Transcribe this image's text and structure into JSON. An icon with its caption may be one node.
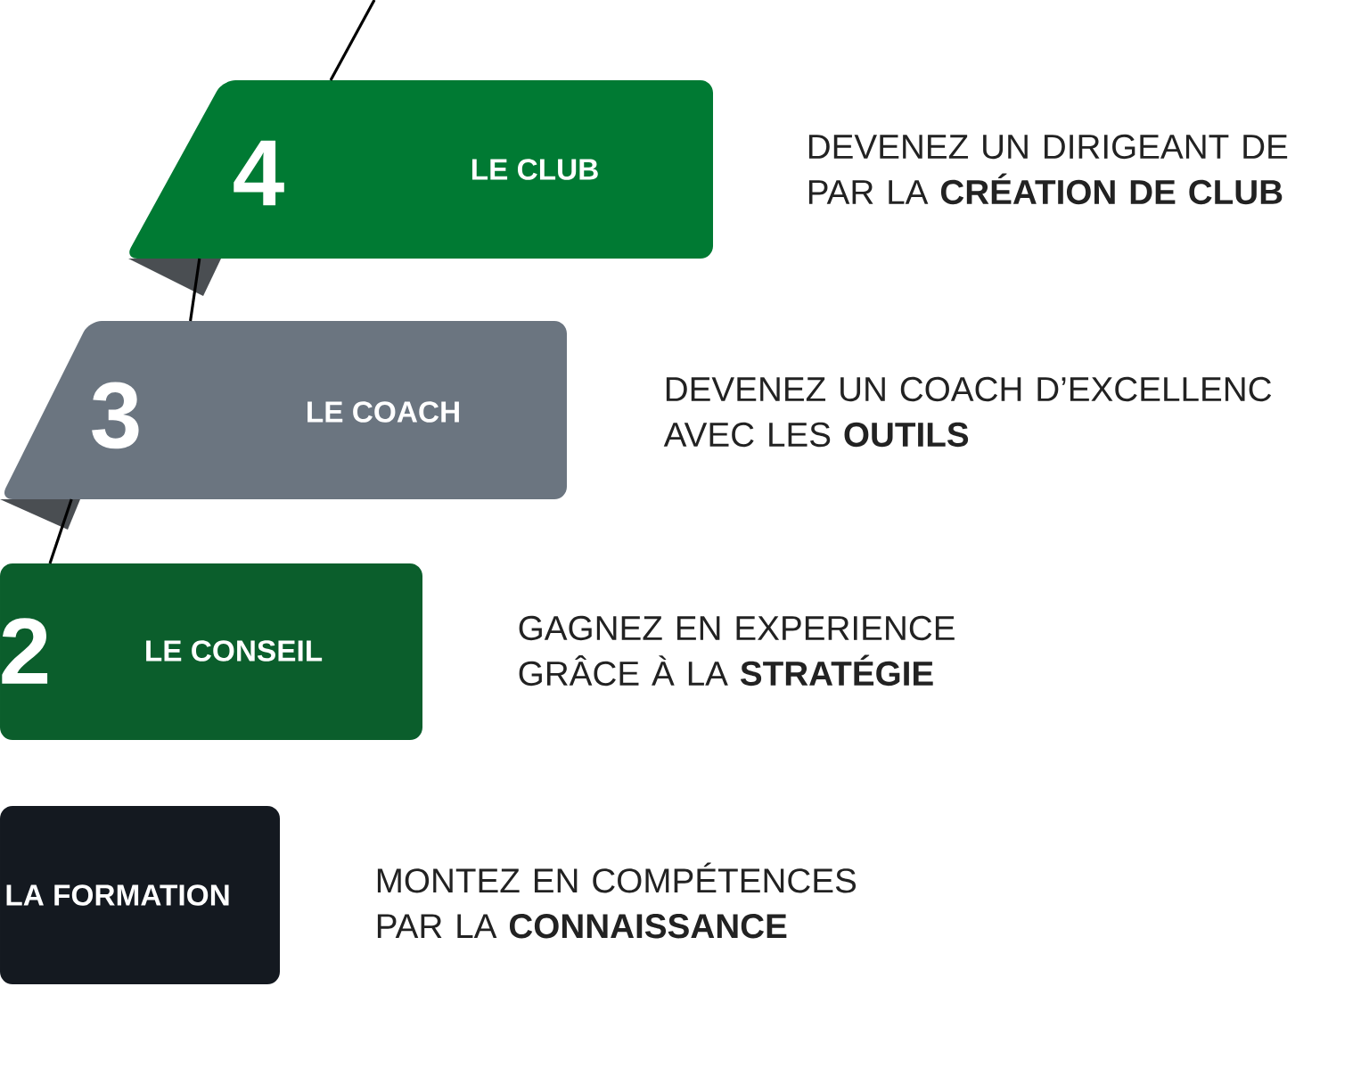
{
  "diagram": {
    "nodes": [
      {
        "text": [
          "4",
          "LE CLUB"
        ],
        "beside": [
          "DEVENEZ UN DIRIGEANT DE PAR LA **CRÉATION DE CLUB**"
        ]
      },
      {
        "text": [
          "3",
          "LE COACH"
        ],
        "beside": [
          "DEVENEZ UN COACH D’EXCELLENC AVEC LES **OUTILS**"
        ]
      },
      {
        "text": [
          "2",
          "LE CONSEIL"
        ],
        "beside": [
          "GAGNEZ EN EXPERIENCE GRÂCE À LA **STRATÉGIE**"
        ]
      },
      {
        "text": [
          "LA FORMATION"
        ],
        "beside": [
          "MONTEZ EN COMPÉTENCES PAR LA **CONNAISSANCE**"
        ]
      }
    ],
    "edges": [
      {
        "from": null,
        "to": 0,
        "arrow": "none"
      },
      {
        "from": 0,
        "to": 1,
        "arrow": "none"
      },
      {
        "from": 1,
        "to": 2,
        "arrow": "none"
      }
    ]
  }
}
